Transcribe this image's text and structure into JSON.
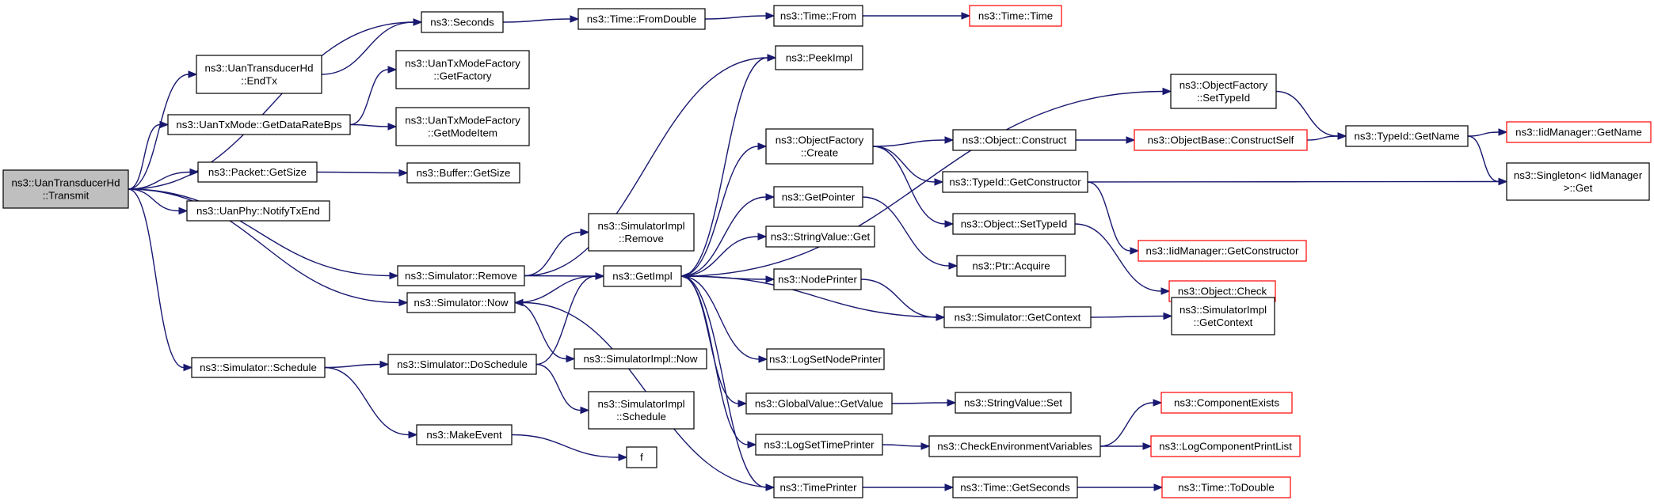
{
  "nodes": [
    {
      "id": "transmit",
      "lines": [
        "ns3::UanTransducerHd",
        "::Transmit"
      ],
      "style": "root"
    },
    {
      "id": "seconds",
      "lines": [
        "ns3::Seconds"
      ],
      "style": "normal"
    },
    {
      "id": "fromdouble",
      "lines": [
        "ns3::Time::FromDouble"
      ],
      "style": "normal"
    },
    {
      "id": "timefrom",
      "lines": [
        "ns3::Time::From"
      ],
      "style": "normal"
    },
    {
      "id": "timetime",
      "lines": [
        "ns3::Time::Time"
      ],
      "style": "red"
    },
    {
      "id": "endtx",
      "lines": [
        "ns3::UanTransducerHd",
        "::EndTx"
      ],
      "style": "normal"
    },
    {
      "id": "getdatarate",
      "lines": [
        "ns3::UanTxMode::GetDataRateBps"
      ],
      "style": "normal"
    },
    {
      "id": "getfactory",
      "lines": [
        "ns3::UanTxModeFactory",
        "::GetFactory"
      ],
      "style": "normal"
    },
    {
      "id": "getmodeitem",
      "lines": [
        "ns3::UanTxModeFactory",
        "::GetModeItem"
      ],
      "style": "normal"
    },
    {
      "id": "packetsize",
      "lines": [
        "ns3::Packet::GetSize"
      ],
      "style": "normal"
    },
    {
      "id": "buffersize",
      "lines": [
        "ns3::Buffer::GetSize"
      ],
      "style": "normal"
    },
    {
      "id": "notifytxend",
      "lines": [
        "ns3::UanPhy::NotifyTxEnd"
      ],
      "style": "normal"
    },
    {
      "id": "simremove",
      "lines": [
        "ns3::Simulator::Remove"
      ],
      "style": "normal"
    },
    {
      "id": "simimplremove",
      "lines": [
        "ns3::SimulatorImpl",
        "::Remove"
      ],
      "style": "normal"
    },
    {
      "id": "simnow",
      "lines": [
        "ns3::Simulator::Now"
      ],
      "style": "normal"
    },
    {
      "id": "simimplnow",
      "lines": [
        "ns3::SimulatorImpl::Now"
      ],
      "style": "normal"
    },
    {
      "id": "simschedule",
      "lines": [
        "ns3::Simulator::Schedule"
      ],
      "style": "normal"
    },
    {
      "id": "doschedule",
      "lines": [
        "ns3::Simulator::DoSchedule"
      ],
      "style": "normal"
    },
    {
      "id": "simimplschedule",
      "lines": [
        "ns3::SimulatorImpl",
        "::Schedule"
      ],
      "style": "normal"
    },
    {
      "id": "makeevent",
      "lines": [
        "ns3::MakeEvent"
      ],
      "style": "normal"
    },
    {
      "id": "f",
      "lines": [
        "f"
      ],
      "style": "normal"
    },
    {
      "id": "getimpl",
      "lines": [
        "ns3::GetImpl"
      ],
      "style": "normal"
    },
    {
      "id": "peekimpl",
      "lines": [
        "ns3::PeekImpl"
      ],
      "style": "normal"
    },
    {
      "id": "ofcreate",
      "lines": [
        "ns3::ObjectFactory",
        "::Create"
      ],
      "style": "normal"
    },
    {
      "id": "getpointer",
      "lines": [
        "ns3::GetPointer"
      ],
      "style": "normal"
    },
    {
      "id": "stringget",
      "lines": [
        "ns3::StringValue::Get"
      ],
      "style": "normal"
    },
    {
      "id": "nodeprinter",
      "lines": [
        "ns3::NodePrinter"
      ],
      "style": "normal"
    },
    {
      "id": "logsetnodeprinter",
      "lines": [
        "ns3::LogSetNodePrinter"
      ],
      "style": "normal"
    },
    {
      "id": "globalgetvalue",
      "lines": [
        "ns3::GlobalValue::GetValue"
      ],
      "style": "normal"
    },
    {
      "id": "logsettimeprinter",
      "lines": [
        "ns3::LogSetTimePrinter"
      ],
      "style": "normal"
    },
    {
      "id": "timeprinter",
      "lines": [
        "ns3::TimePrinter"
      ],
      "style": "normal"
    },
    {
      "id": "ofsettypeid",
      "lines": [
        "ns3::ObjectFactory",
        "::SetTypeId"
      ],
      "style": "normal"
    },
    {
      "id": "objconstruct",
      "lines": [
        "ns3::Object::Construct"
      ],
      "style": "normal"
    },
    {
      "id": "typeidgetconstructor",
      "lines": [
        "ns3::TypeId::GetConstructor"
      ],
      "style": "normal"
    },
    {
      "id": "objsettypeid",
      "lines": [
        "ns3::Object::SetTypeId"
      ],
      "style": "normal"
    },
    {
      "id": "ptracquire",
      "lines": [
        "ns3::Ptr::Acquire"
      ],
      "style": "normal"
    },
    {
      "id": "simgetcontext",
      "lines": [
        "ns3::Simulator::GetContext"
      ],
      "style": "normal"
    },
    {
      "id": "stringset",
      "lines": [
        "ns3::StringValue::Set"
      ],
      "style": "normal"
    },
    {
      "id": "checkenv",
      "lines": [
        "ns3::CheckEnvironmentVariables"
      ],
      "style": "normal"
    },
    {
      "id": "timegetseconds",
      "lines": [
        "ns3::Time::GetSeconds"
      ],
      "style": "normal"
    },
    {
      "id": "constructself",
      "lines": [
        "ns3::ObjectBase::ConstructSelf"
      ],
      "style": "red"
    },
    {
      "id": "iidgetconstructor",
      "lines": [
        "ns3::IidManager::GetConstructor"
      ],
      "style": "red"
    },
    {
      "id": "objcheck",
      "lines": [
        "ns3::Object::Check"
      ],
      "style": "red"
    },
    {
      "id": "simimplgetcontext",
      "lines": [
        "ns3::SimulatorImpl",
        "::GetContext"
      ],
      "style": "normal"
    },
    {
      "id": "componentexists",
      "lines": [
        "ns3::ComponentExists"
      ],
      "style": "red"
    },
    {
      "id": "logcomponentprintlist",
      "lines": [
        "ns3::LogComponentPrintList"
      ],
      "style": "red"
    },
    {
      "id": "timetodouble",
      "lines": [
        "ns3::Time::ToDouble"
      ],
      "style": "red"
    },
    {
      "id": "typeidgetname",
      "lines": [
        "ns3::TypeId::GetName"
      ],
      "style": "normal"
    },
    {
      "id": "iidgetname",
      "lines": [
        "ns3::IidManager::GetName"
      ],
      "style": "red"
    },
    {
      "id": "singletonget",
      "lines": [
        "ns3::Singleton< IidManager",
        ">::Get"
      ],
      "style": "normal"
    }
  ],
  "edges": [
    [
      "transmit",
      "seconds"
    ],
    [
      "transmit",
      "endtx"
    ],
    [
      "transmit",
      "getdatarate"
    ],
    [
      "transmit",
      "packetsize"
    ],
    [
      "transmit",
      "notifytxend"
    ],
    [
      "transmit",
      "simremove"
    ],
    [
      "transmit",
      "simnow"
    ],
    [
      "transmit",
      "simschedule"
    ],
    [
      "seconds",
      "fromdouble"
    ],
    [
      "fromdouble",
      "timefrom"
    ],
    [
      "timefrom",
      "timetime"
    ],
    [
      "endtx",
      "seconds"
    ],
    [
      "getdatarate",
      "getfactory"
    ],
    [
      "getdatarate",
      "getmodeitem"
    ],
    [
      "packetsize",
      "buffersize"
    ],
    [
      "simremove",
      "peekimpl"
    ],
    [
      "simremove",
      "simimplremove"
    ],
    [
      "simremove",
      "getimpl"
    ],
    [
      "simnow",
      "getimpl"
    ],
    [
      "simnow",
      "simimplnow"
    ],
    [
      "simschedule",
      "doschedule"
    ],
    [
      "simschedule",
      "makeevent"
    ],
    [
      "doschedule",
      "getimpl"
    ],
    [
      "doschedule",
      "simimplschedule"
    ],
    [
      "makeevent",
      "f"
    ],
    [
      "getimpl",
      "peekimpl"
    ],
    [
      "getimpl",
      "ofsettypeid"
    ],
    [
      "getimpl",
      "ofcreate"
    ],
    [
      "getimpl",
      "getpointer"
    ],
    [
      "getimpl",
      "stringget"
    ],
    [
      "getimpl",
      "nodeprinter"
    ],
    [
      "getimpl",
      "logsetnodeprinter"
    ],
    [
      "getimpl",
      "globalgetvalue"
    ],
    [
      "getimpl",
      "logsettimeprinter"
    ],
    [
      "getimpl",
      "timeprinter"
    ],
    [
      "ofcreate",
      "objconstruct"
    ],
    [
      "ofcreate",
      "typeidgetconstructor"
    ],
    [
      "ofcreate",
      "objsettypeid"
    ],
    [
      "getpointer",
      "ptracquire"
    ],
    [
      "nodeprinter",
      "simgetcontext"
    ],
    [
      "simgetcontext",
      "getimpl"
    ],
    [
      "simgetcontext",
      "simimplgetcontext"
    ],
    [
      "globalgetvalue",
      "stringset"
    ],
    [
      "logsettimeprinter",
      "checkenv"
    ],
    [
      "timeprinter",
      "simnow"
    ],
    [
      "timeprinter",
      "timegetseconds"
    ],
    [
      "ofsettypeid",
      "typeidgetname"
    ],
    [
      "objconstruct",
      "constructself"
    ],
    [
      "constructself",
      "typeidgetname"
    ],
    [
      "typeidgetconstructor",
      "iidgetconstructor"
    ],
    [
      "typeidgetconstructor",
      "singletonget"
    ],
    [
      "objsettypeid",
      "objcheck"
    ],
    [
      "checkenv",
      "componentexists"
    ],
    [
      "checkenv",
      "logcomponentprintlist"
    ],
    [
      "timegetseconds",
      "timetodouble"
    ],
    [
      "typeidgetname",
      "iidgetname"
    ],
    [
      "typeidgetname",
      "singletonget"
    ]
  ]
}
